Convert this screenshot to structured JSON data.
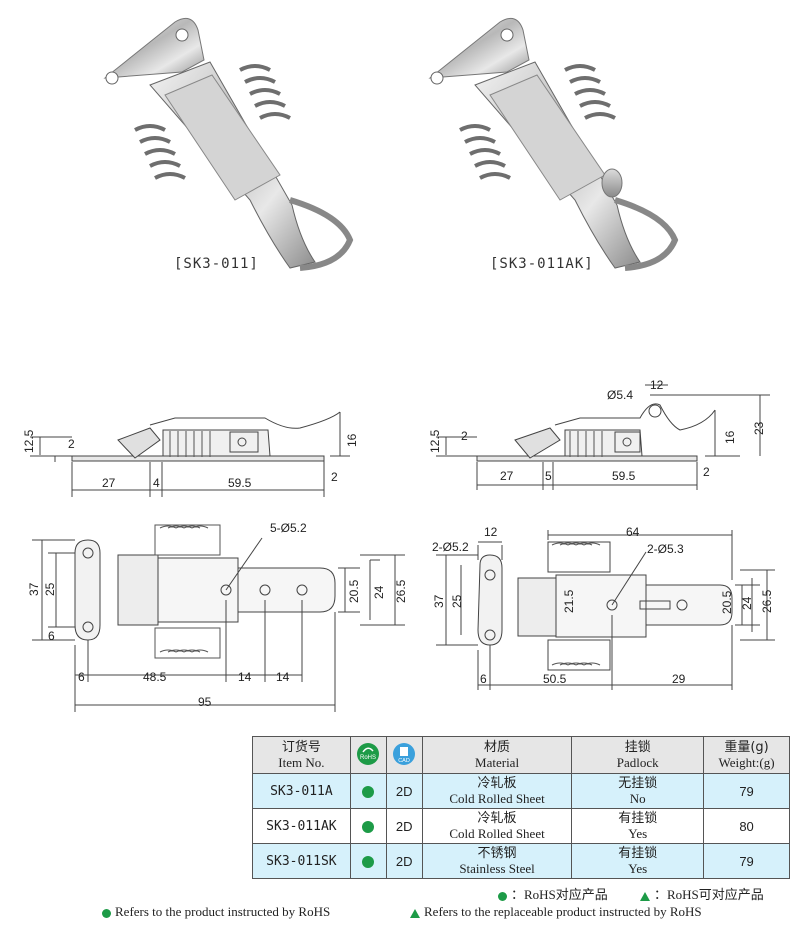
{
  "products": {
    "left_caption": "[SK3-011]",
    "right_caption": "[SK3-011AK]"
  },
  "drawing_left": {
    "side": {
      "d12_5": "12.5",
      "d2a": "2",
      "d27": "27",
      "d4": "4",
      "d59_5": "59.5",
      "d16": "16",
      "d2b": "2"
    },
    "top": {
      "d5_phi": "5-Ø5.2",
      "d37": "37",
      "d25": "25",
      "d6v": "6",
      "d20_5": "20.5",
      "d24": "24",
      "d26_5": "26.5",
      "d6h": "6",
      "d48_5": "48.5",
      "d14a": "14",
      "d14b": "14",
      "d95": "95"
    }
  },
  "drawing_right": {
    "side": {
      "d5_4": "Ø5.4",
      "d12": "12",
      "d12_5": "12.5",
      "d2a": "2",
      "d27": "27",
      "d5": "5",
      "d59_5": "59.5",
      "d16": "16",
      "d23": "23",
      "d2b": "2"
    },
    "top": {
      "d12": "12",
      "d64": "64",
      "d2phi52": "2-Ø5.2",
      "d2phi53": "2-Ø5.3",
      "d37": "37",
      "d25": "25",
      "d21_5": "21.5",
      "d20_5": "20.5",
      "d24": "24",
      "d26_5": "26.5",
      "d6": "6",
      "d50_5": "50.5",
      "d29": "29"
    }
  },
  "table": {
    "headers": {
      "item_cn": "订货号",
      "item_en": "Item No.",
      "rohs_badge": "RoHS",
      "cad_badge": "CAD",
      "material_cn": "材质",
      "material_en": "Material",
      "padlock_cn": "挂锁",
      "padlock_en": "Padlock",
      "weight_cn": "重量(g)",
      "weight_en": "Weight:(g)"
    },
    "rows": [
      {
        "item": "SK3-011A",
        "cad": "2D",
        "material_cn": "冷轧板",
        "material_en": "Cold Rolled Sheet",
        "padlock_cn": "无挂锁",
        "padlock_en": "No",
        "weight": "79"
      },
      {
        "item": "SK3-011AK",
        "cad": "2D",
        "material_cn": "冷轧板",
        "material_en": "Cold Rolled Sheet",
        "padlock_cn": "有挂锁",
        "padlock_en": "Yes",
        "weight": "80"
      },
      {
        "item": "SK3-011SK",
        "cad": "2D",
        "material_cn": "不锈钢",
        "material_en": "Stainless Steel",
        "padlock_cn": "有挂锁",
        "padlock_en": "Yes",
        "weight": "79"
      }
    ]
  },
  "legend": {
    "rohs_cn": "：RoHS对应产品",
    "rohs_alt_cn": "：RoHS可对应产品",
    "rohs_en": "Refers to the product instructed by RoHS",
    "rohs_alt_en": "Refers to the replaceable product instructed by RoHS"
  },
  "colors": {
    "rohs_green": "#1d9b47",
    "row_highlight": "#d6f1fb",
    "header_gray": "#e6e6e6"
  }
}
